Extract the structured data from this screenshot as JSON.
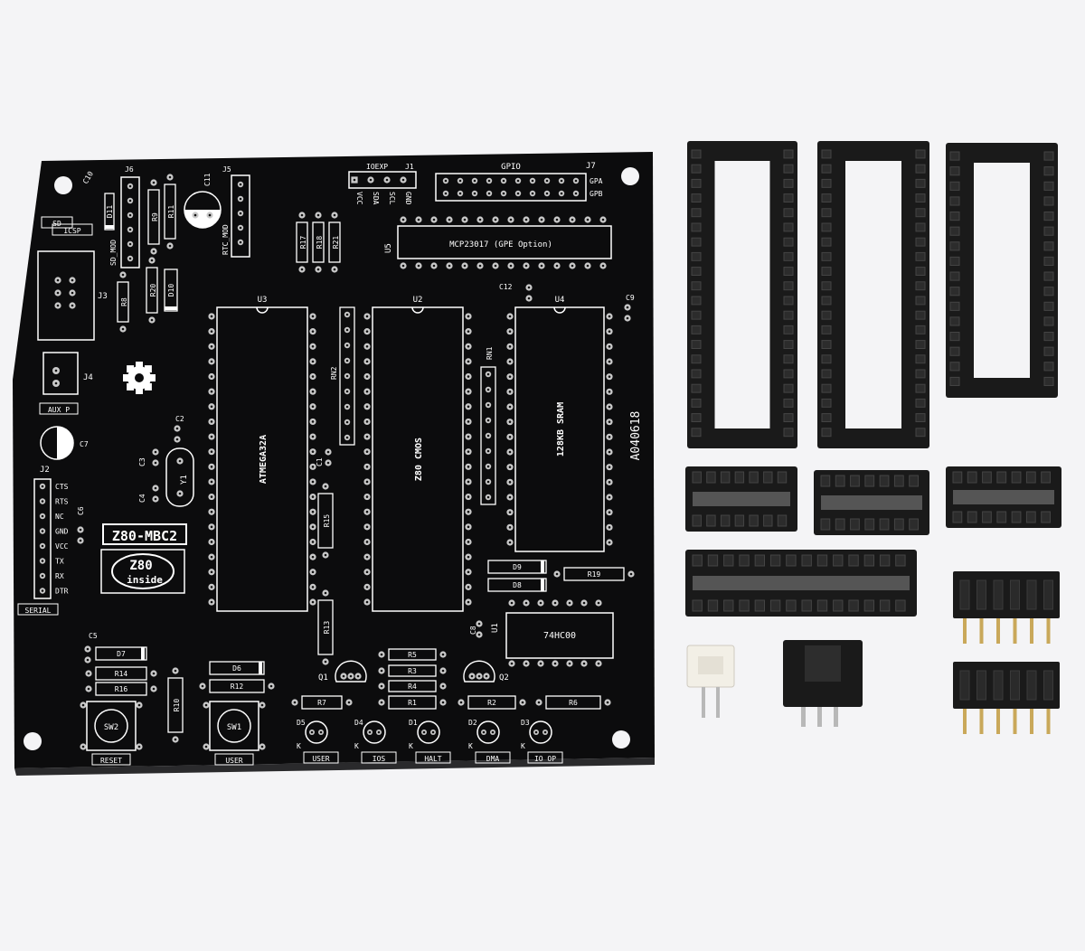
{
  "board": {
    "title": "Z80-MBC2",
    "logo_top": "Z80",
    "logo_bottom": "inside",
    "revision": "A040618",
    "gpio_label": "GPIO",
    "gpa": "GPA",
    "gpb": "GPB",
    "ioexp_label": "IOEXP",
    "j1": "J1",
    "j7": "J7",
    "u5_desc": "MCP23017 (GPE Option)",
    "u5": "U5",
    "pins_j1": [
      "VCC",
      "SDA",
      "SCL",
      "GND"
    ],
    "chips": [
      {
        "ref": "U3",
        "name": "ATMEGA32A"
      },
      {
        "ref": "U2",
        "name": "Z80 CMOS"
      },
      {
        "ref": "U4",
        "name": "128KB SRAM"
      },
      {
        "ref": "U1",
        "name": "74HC00"
      }
    ],
    "serial_pins": [
      "CTS",
      "RTS",
      "NC",
      "GND",
      "VCC",
      "TX",
      "RX",
      "DTR"
    ],
    "serial_label": "SERIAL",
    "j2": "J2",
    "aux_label": "AUX_P",
    "j4": "J4",
    "icsp_label": "ICSP",
    "j3": "J3",
    "sd_label": "SD",
    "sd_mod": "SD_MOD",
    "rtc_mod": "RTC_MOD",
    "j5": "J5",
    "j6": "J6",
    "switches": [
      {
        "ref": "SW2",
        "label": "RESET"
      },
      {
        "ref": "SW1",
        "label": "USER"
      }
    ],
    "leds": [
      {
        "ref": "D5",
        "label": "USER"
      },
      {
        "ref": "D4",
        "label": "IOS"
      },
      {
        "ref": "D1",
        "label": "HALT"
      },
      {
        "ref": "D2",
        "label": "DMA"
      },
      {
        "ref": "D3",
        "label": "IO_OP"
      }
    ],
    "k": "K",
    "resistors": [
      "R1",
      "R2",
      "R3",
      "R4",
      "R5",
      "R6",
      "R7",
      "R8",
      "R9",
      "R10",
      "R11",
      "R12",
      "R13",
      "R14",
      "R15",
      "R16",
      "R17",
      "R18",
      "R19",
      "R20",
      "R21"
    ],
    "diodes": [
      "D6",
      "D7",
      "D8",
      "D9",
      "D10",
      "D11"
    ],
    "caps": [
      "C1",
      "C2",
      "C3",
      "C4",
      "C5",
      "C6",
      "C7",
      "C8",
      "C9",
      "C10",
      "C11",
      "C12"
    ],
    "transistors": [
      "Q1",
      "Q2"
    ],
    "rn": [
      "RN1",
      "RN2"
    ],
    "y1": "Y1",
    "d_plus": "+",
    "d_minus": "-"
  },
  "colors": {
    "background": "#f4f4f6",
    "pcb": "#0c0c0d",
    "silkscreen": "#ffffff",
    "pad": "#c9c9c9",
    "socket": "#1a1a1a",
    "pin_gold": "#c9a85a",
    "connector_white": "#f2efe6"
  }
}
